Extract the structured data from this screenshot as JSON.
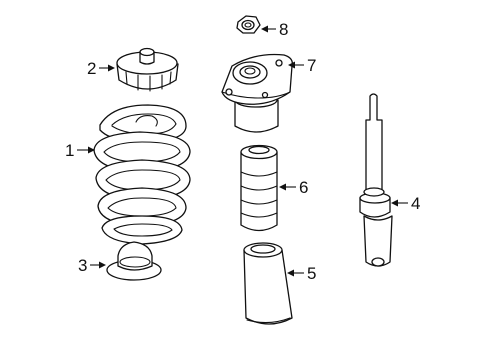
{
  "callouts": [
    {
      "id": "coil-spring",
      "label": "1"
    },
    {
      "id": "upper-spring-seat",
      "label": "2"
    },
    {
      "id": "lower-spring-insulator",
      "label": "3"
    },
    {
      "id": "shock-absorber",
      "label": "4"
    },
    {
      "id": "dust-boot",
      "label": "5"
    },
    {
      "id": "bump-stop",
      "label": "6"
    },
    {
      "id": "upper-mount",
      "label": "7"
    },
    {
      "id": "mount-nut",
      "label": "8"
    }
  ]
}
